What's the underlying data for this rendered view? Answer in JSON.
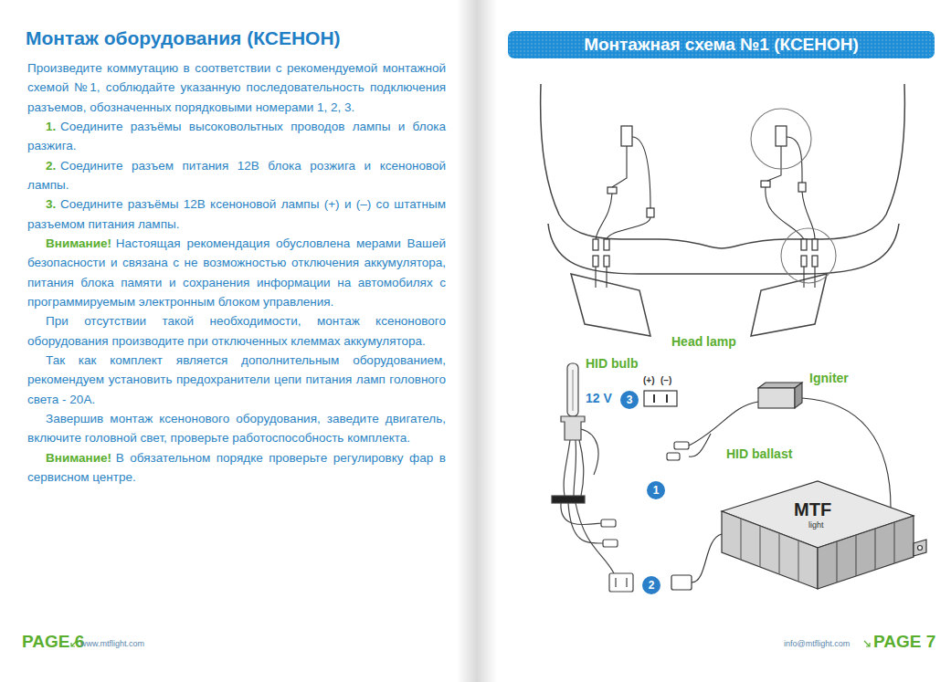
{
  "diagram": {
    "title": "Монтаж оборудования (КСЕНОН)",
    "nodes": [
      {
        "text": [
          "Монтажная схема №1 (КСЕНОН)"
        ]
      },
      {
        "text": [
          "3"
        ]
      },
      {
        "text": [
          "1"
        ]
      },
      {
        "text": [
          "2"
        ]
      }
    ],
    "labels": [
      "Произведите коммутацию в соответствии с рекомендуемой монтажной схемой №1, соблюдайте указанную последовательность подключения разъемов, обозначенных порядковыми номерами 1, 2, 3.",
      "1.",
      "Соедините разъёмы высоковольтных проводов лампы и блока разжига.",
      "2.",
      "Соедините разъем питания 12В блока розжига и ксеноновой лампы.",
      "3.",
      "Соедините разъёмы 12В ксеноновой лампы (+) и (–) со штатным разъемом питания лампы.",
      "Внимание!",
      "Настоящая рекомендация обусловлена мерами Вашей безопасности и связана с не возможностью отключения аккумулятора, питания блока памяти и сохранения информации на автомобилях с программируемым электронным блоком управления.",
      "При отсутствии такой необходимости, монтаж ксенонового оборудования производите при отключенных клеммах аккумулятора.",
      "Так как комплект является дополнительным оборудованием, рекомендуем установить предохранители цепи питания ламп головного света - 20А.",
      "Завершив монтаж ксенонового оборудования, заведите двигатель, включите головной свет, проверьте работоспособность комплекта.",
      "Внимание!",
      "В обязательном порядке проверьте регулировку фар в сервисном центре.",
      "Head lamp",
      "HID bulb",
      "12 V",
      "(+)",
      "(–)",
      "Igniter",
      "HID ballast",
      "MTF",
      "light",
      "PAGE 6",
      "www.mtflight.com",
      "info@mtflight.com",
      "PAGE 7"
    ]
  }
}
